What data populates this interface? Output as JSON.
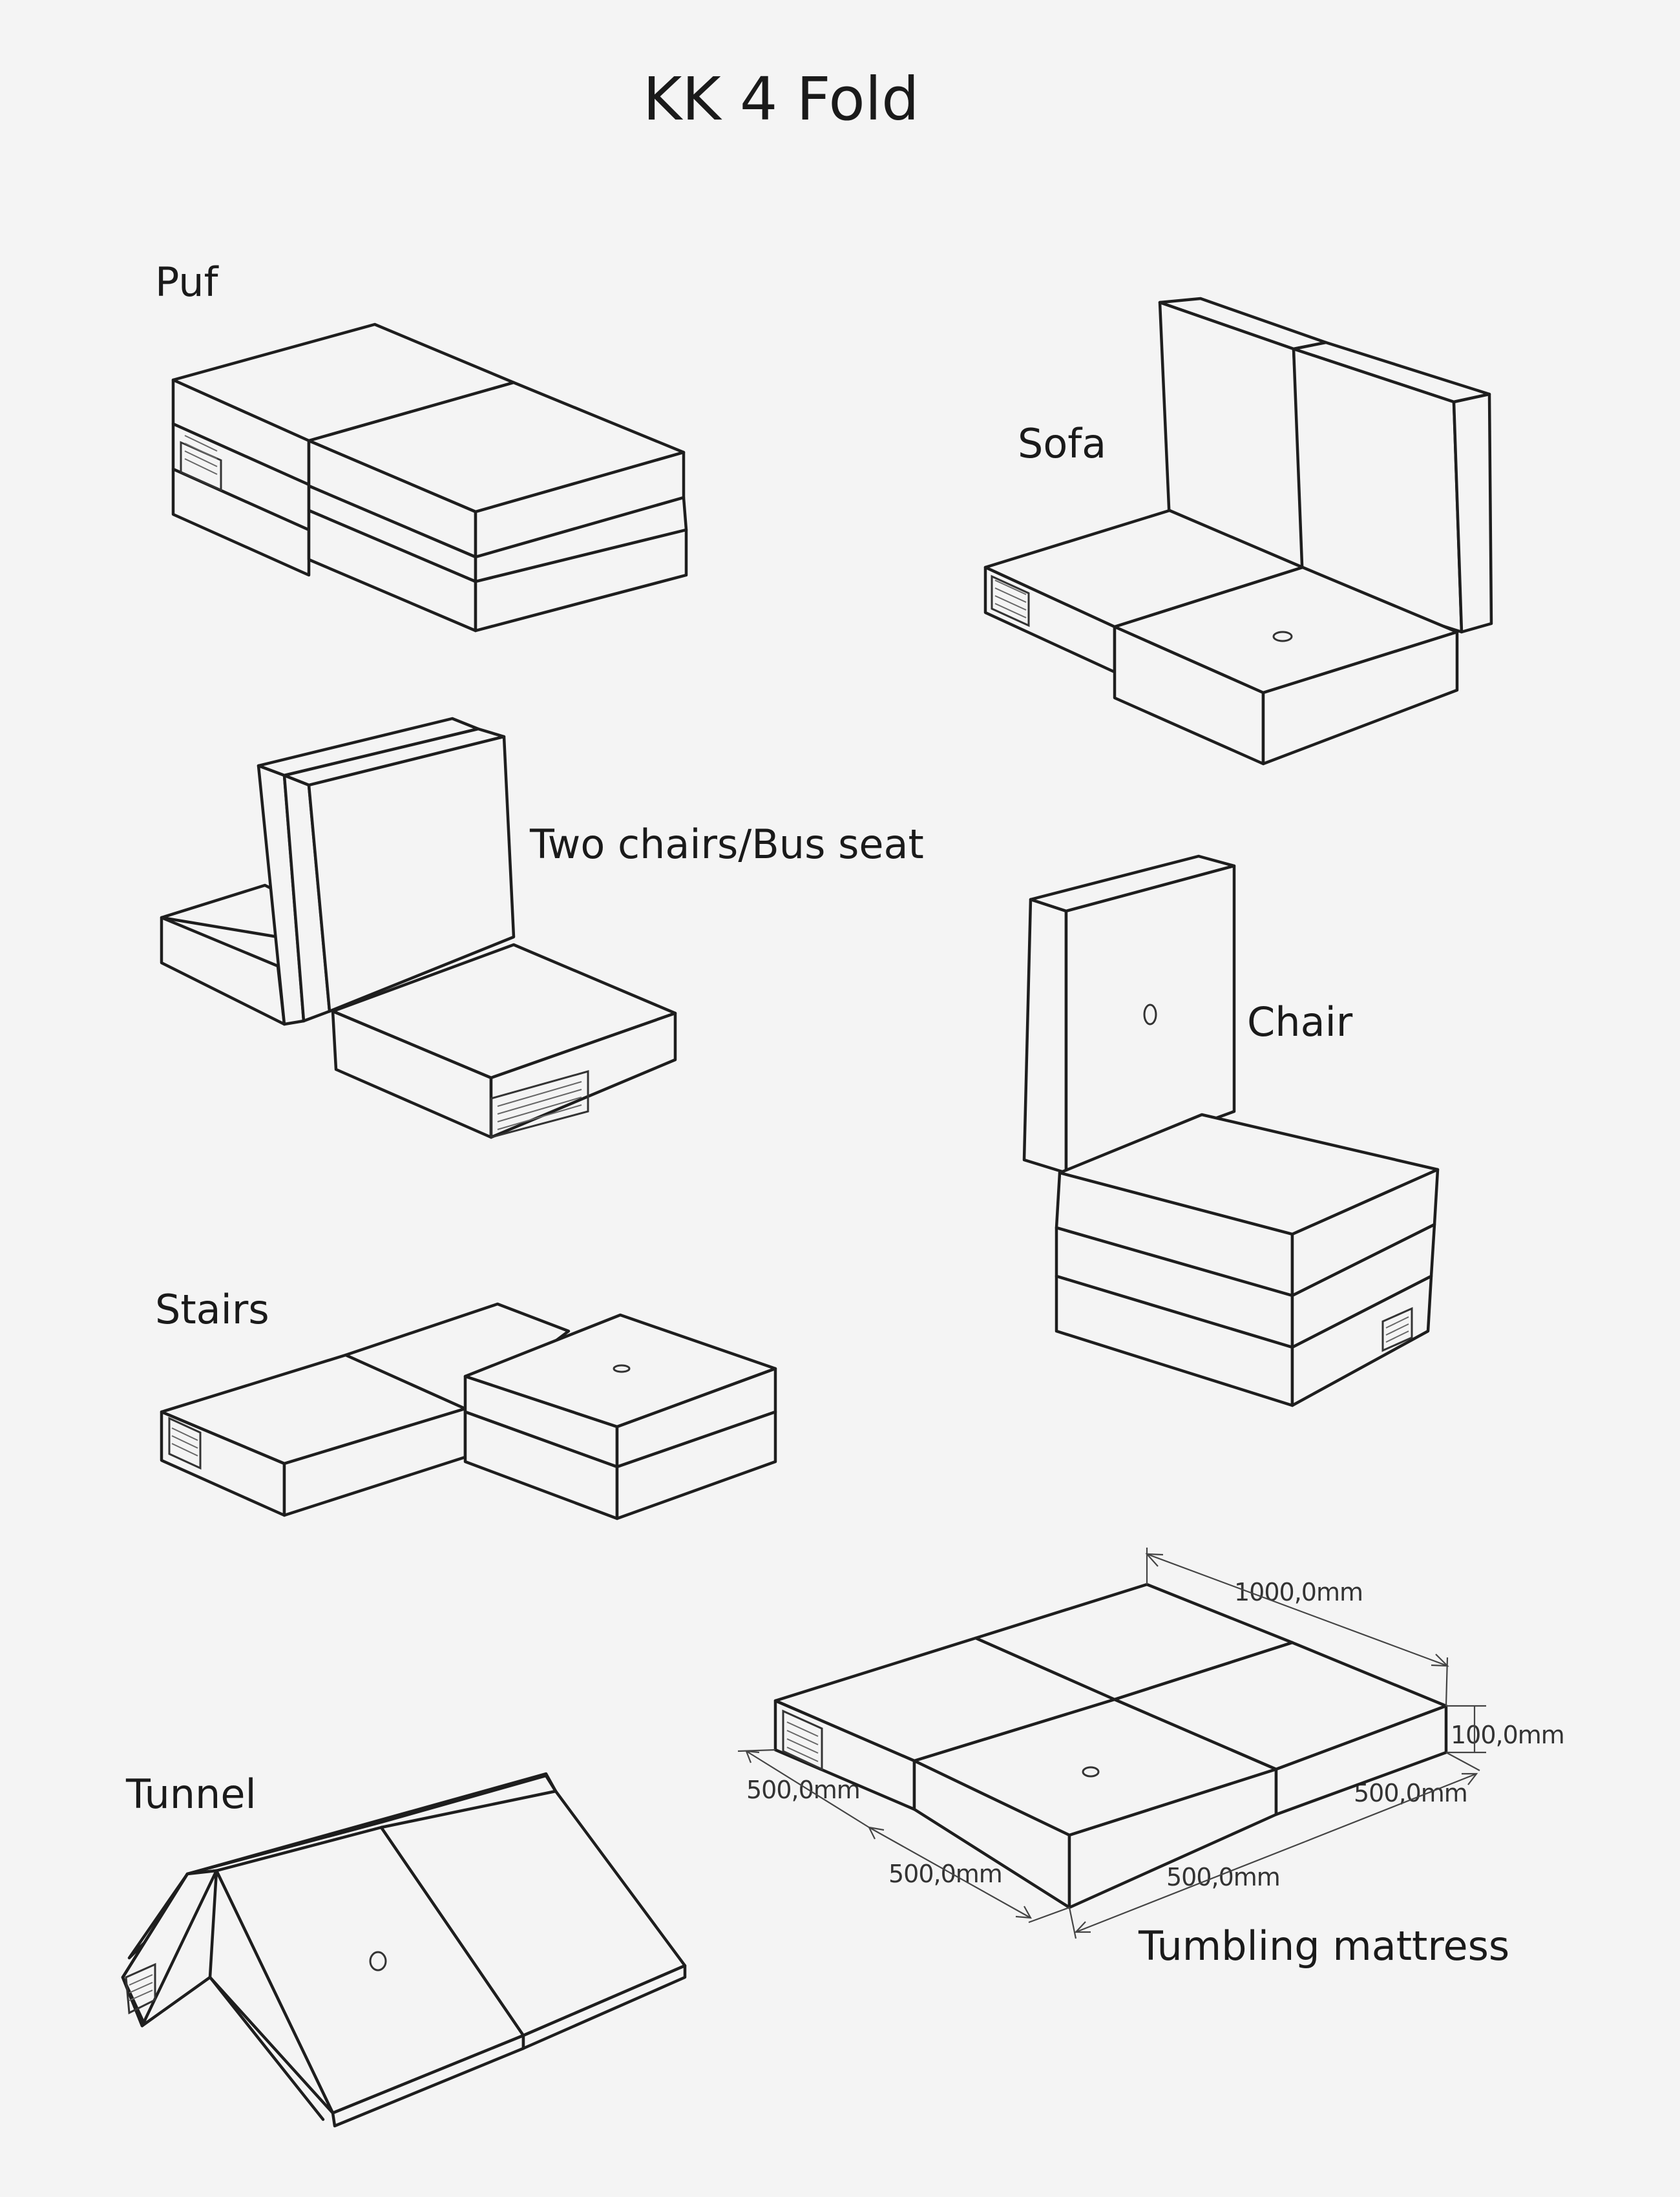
{
  "title": "KK 4 Fold",
  "configurations": {
    "puf": "Puf",
    "sofa": "Sofa",
    "two_chairs": "Two chairs/Bus seat",
    "chair": "Chair",
    "stairs": "Stairs",
    "tunnel": "Tunnel",
    "tumbling": "Tumbling mattress"
  },
  "dimensions": {
    "length": "1000,0mm",
    "height": "100,0mm",
    "left_back": "500,0mm",
    "left_front": "500,0mm",
    "right_front": "500,0mm",
    "right_back": "500,0mm"
  }
}
